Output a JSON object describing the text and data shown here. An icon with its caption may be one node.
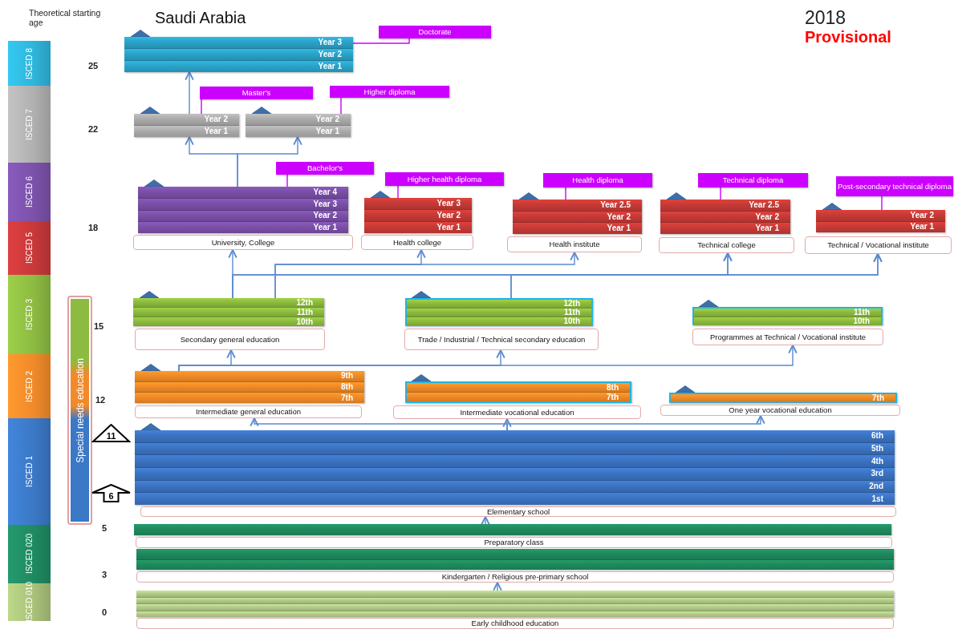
{
  "diagram": {
    "title": "Saudi Arabia",
    "nodes": [
      {
        "text": [
          "ISCED 8"
        ]
      },
      {
        "text": [
          "ISCED 7"
        ]
      },
      {
        "text": [
          "ISCED 6"
        ]
      },
      {
        "text": [
          "ISCED 5"
        ]
      },
      {
        "text": [
          "ISCED 3"
        ]
      },
      {
        "text": [
          "ISCED 2"
        ]
      },
      {
        "text": [
          "ISCED 1"
        ]
      },
      {
        "text": [
          "ISCED 020"
        ]
      },
      {
        "text": [
          "ISCED 010"
        ]
      },
      {
        "text": [
          "Special needs education"
        ]
      },
      {
        "text": [
          "11"
        ]
      },
      {
        "text": [
          "6"
        ]
      },
      {
        "text": [
          "Year 3",
          "Year 2",
          "Year 1"
        ]
      },
      {
        "text": [
          "Doctorate"
        ]
      },
      {
        "text": [
          "Year 2",
          "Year 1"
        ]
      },
      {
        "text": [
          "Master's"
        ]
      },
      {
        "text": [
          "Year 2",
          "Year 1"
        ]
      },
      {
        "text": [
          "Higher diploma"
        ]
      },
      {
        "text": [
          "Year 4",
          "Year 3",
          "Year 2",
          "Year 1"
        ]
      },
      {
        "text": [
          "Bachelor's"
        ]
      },
      {
        "text": [
          "University, College"
        ]
      },
      {
        "text": [
          "Year 3",
          "Year 2",
          "Year 1"
        ]
      },
      {
        "text": [
          "Higher health diploma"
        ]
      },
      {
        "text": [
          "Health college"
        ]
      },
      {
        "text": [
          "Year 2.5",
          "Year 2",
          "Year 1"
        ]
      },
      {
        "text": [
          "Health diploma"
        ]
      },
      {
        "text": [
          "Health institute"
        ]
      },
      {
        "text": [
          "Year 2.5",
          "Year 2",
          "Year 1"
        ]
      },
      {
        "text": [
          "Technical diploma"
        ]
      },
      {
        "text": [
          "Technical college"
        ]
      },
      {
        "text": [
          "Year 2",
          "Year 1"
        ]
      },
      {
        "text": [
          "Post-secondary technical diploma"
        ]
      },
      {
        "text": [
          "Technical / Vocational institute"
        ]
      },
      {
        "text": [
          "12th",
          "11th",
          "10th"
        ]
      },
      {
        "text": [
          "Secondary general education"
        ]
      },
      {
        "text": [
          "12th",
          "11th",
          "10th"
        ]
      },
      {
        "text": [
          "Trade / Industrial / Technical secondary education"
        ]
      },
      {
        "text": [
          "11th",
          "10th"
        ]
      },
      {
        "text": [
          "Programmes at Technical / Vocational institute"
        ]
      },
      {
        "text": [
          "9th",
          "8th",
          "7th"
        ]
      },
      {
        "text": [
          "Intermediate general education"
        ]
      },
      {
        "text": [
          "8th",
          "7th"
        ]
      },
      {
        "text": [
          "Intermediate vocational education"
        ]
      },
      {
        "text": [
          "7th"
        ]
      },
      {
        "text": [
          "One year vocational education"
        ]
      },
      {
        "text": [
          "6th",
          "5th",
          "4th",
          "3rd",
          "2nd",
          "1st"
        ]
      },
      {
        "text": [
          "Elementary school"
        ]
      },
      {
        "text": [],
        "shape": "bar"
      },
      {
        "text": [
          "Preparatory class"
        ]
      },
      {
        "text": [],
        "shape": "bar"
      },
      {
        "text": [
          "Kindergarten / Religious pre-primary school"
        ]
      },
      {
        "text": [],
        "shape": "bar"
      },
      {
        "text": [
          "Early childhood education"
        ]
      }
    ],
    "edges": [
      {
        "from": 14,
        "to": 12,
        "arrow": "to"
      },
      {
        "from": 18,
        "to": 14,
        "arrow": "to"
      },
      {
        "from": 18,
        "to": 16,
        "arrow": "to"
      },
      {
        "from": 13,
        "to": 12,
        "arrow": "none",
        "color": "#cc00ff"
      },
      {
        "from": 15,
        "to": 14,
        "arrow": "none",
        "color": "#cc00ff"
      },
      {
        "from": 17,
        "to": 16,
        "arrow": "none",
        "color": "#cc00ff"
      },
      {
        "from": 19,
        "to": 18,
        "arrow": "none",
        "color": "#cc00ff"
      },
      {
        "from": 22,
        "to": 21,
        "arrow": "none",
        "color": "#cc00ff"
      },
      {
        "from": 25,
        "to": 24,
        "arrow": "none",
        "color": "#cc00ff"
      },
      {
        "from": 28,
        "to": 27,
        "arrow": "none",
        "color": "#cc00ff"
      },
      {
        "from": 31,
        "to": 30,
        "arrow": "none",
        "color": "#cc00ff"
      },
      {
        "from": 33,
        "to": 20,
        "arrow": "to"
      },
      {
        "from": 33,
        "to": 23,
        "arrow": "to"
      },
      {
        "from": 33,
        "to": 26,
        "arrow": "to"
      },
      {
        "from": 33,
        "to": 29,
        "arrow": "to"
      },
      {
        "from": 33,
        "to": 32,
        "arrow": "to"
      },
      {
        "from": 35,
        "to": 29,
        "arrow": "to"
      },
      {
        "from": 35,
        "to": 32,
        "arrow": "to"
      },
      {
        "from": 39,
        "to": 34,
        "arrow": "to"
      },
      {
        "from": 39,
        "to": 36,
        "arrow": "to"
      },
      {
        "from": 39,
        "to": 38,
        "arrow": "to"
      },
      {
        "from": 45,
        "to": 40,
        "arrow": "to"
      },
      {
        "from": 45,
        "to": 42,
        "arrow": "to"
      },
      {
        "from": 45,
        "to": 44,
        "arrow": "to"
      },
      {
        "from": 47,
        "to": 46,
        "arrow": "to"
      },
      {
        "from": 51,
        "to": 50,
        "arrow": "to"
      }
    ],
    "labels": [
      "Theoretical starting age",
      "2018",
      "Provisional",
      "25",
      "22",
      "18",
      "15",
      "12",
      "5",
      "3",
      "0"
    ]
  }
}
